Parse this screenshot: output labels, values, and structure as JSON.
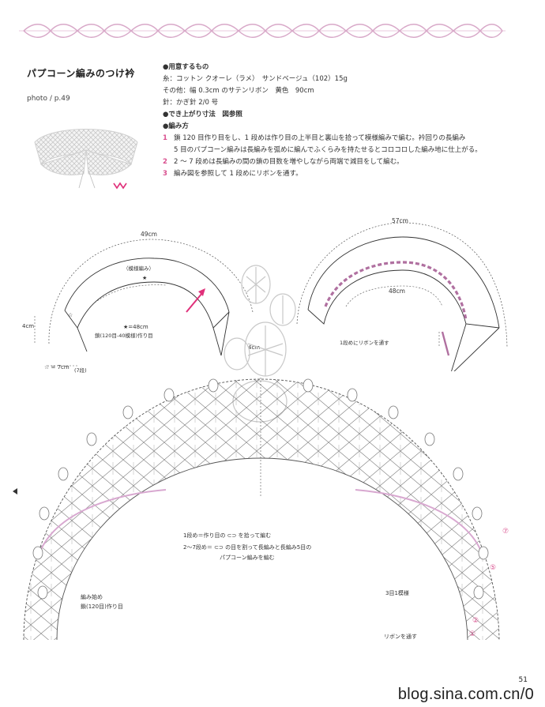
{
  "header": {
    "title": "パプコーン編みのつけ衿",
    "photo_ref": "photo / p.49"
  },
  "materials": {
    "heading": "●用意するもの",
    "yarn": "糸：コットン クオーレ（ラメ）　サンドベージュ（102）15g",
    "other": "その他：幅 0.3cm のサテンリボン　黄色　90cm",
    "needle": "針：かぎ針 2/0 号",
    "size": "●でき上がり寸法　図参照",
    "method_heading": "●編み方"
  },
  "steps": [
    {
      "num": "1",
      "text": "鎖 120 目作り目をし、1 段めは作り目の上半目と裏山を拾って模様編みで編む。衿回りの長編み"
    },
    {
      "num": "",
      "text": "5 目のパプコーン編みは長編みを弧めに編んでふくらみを持たせるとコロコロした編み地に仕上がる。"
    },
    {
      "num": "2",
      "text": "2 ～ 7 段めは長編みの間の鎖の目数を増やしながら両端で減目をして編む。"
    },
    {
      "num": "3",
      "text": "編み図を参照して 1 段めにリボンを通す。"
    }
  ],
  "diagram_left": {
    "top_width": "49cm",
    "pattern_label": "（模様編み）",
    "star": "★",
    "star_value": "★=48cm",
    "chain_note": "鎖(120目-40模様)作り目",
    "side": "4cm",
    "right_side": "4cm",
    "tri_value": "☆ = 7cm",
    "tri_row": "(7段)",
    "tri_mark": "☆"
  },
  "diagram_right": {
    "outer_width": "57cm",
    "inner_width": "48cm",
    "ribbon_note": "1段めにリボンを通す"
  },
  "chart": {
    "legend1": "1段め＝作り目の ⊂⊃ を拾って編む",
    "legend2": "2～7段め＝ ⊂⊃ の目を割って長編みと長編み5目の",
    "legend3": "パプコーン編みを編む",
    "start_label": "編み始め",
    "start_chain": "鎖(120目)作り目",
    "repeat_label": "3目1模様",
    "ribbon_label": "リボンを通す",
    "rows": [
      "⑦",
      "⑤",
      "②",
      "①"
    ]
  },
  "footer": {
    "page_number": "51",
    "watermark": "blog.sina.com.cn/0"
  }
}
